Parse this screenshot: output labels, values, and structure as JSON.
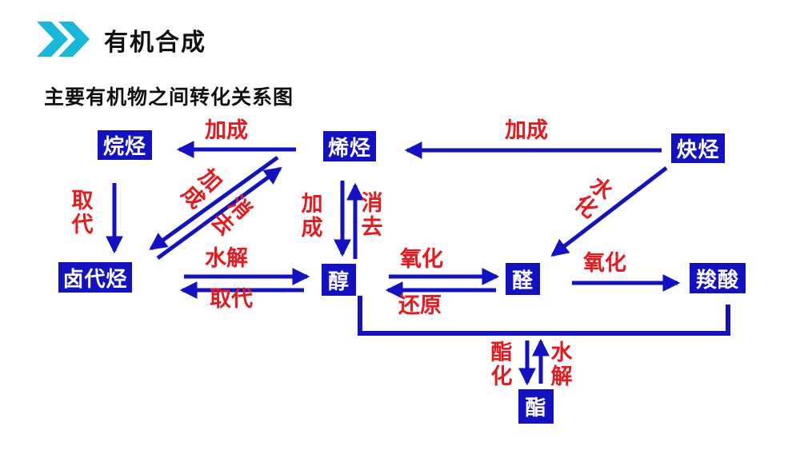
{
  "header": {
    "title": "有机合成",
    "subtitle": "主要有机物之间转化关系图"
  },
  "colors": {
    "node_fill": "#1212c4",
    "node_text": "#ffffff",
    "edge_line": "#1212c4",
    "edge_label": "#e8181c",
    "chevron_accent": "#17b8d8",
    "heading_text": "#111111"
  },
  "diagram": {
    "nodes": {
      "alkane": {
        "label": "烷烃"
      },
      "alkene": {
        "label": "烯烃"
      },
      "alkyne": {
        "label": "炔烃"
      },
      "haloalkane": {
        "label": "卤代烃"
      },
      "alcohol": {
        "label": "醇"
      },
      "aldehyde": {
        "label": "醛"
      },
      "acid": {
        "label": "羧酸"
      },
      "ester": {
        "label": "酯"
      }
    },
    "edges": {
      "addition_alkene_alkane": {
        "label": "加成",
        "from": "烯烃",
        "to": "烷烃"
      },
      "addition_alkyne_alkene": {
        "label": "加成",
        "from": "炔烃",
        "to": "烯烃"
      },
      "substitution_alkane_haloalkane": {
        "label": "取代",
        "from": "烷烃",
        "to": "卤代烃"
      },
      "addition_alkene_haloalkane": {
        "label": "加成",
        "from": "烯烃",
        "to": "卤代烃"
      },
      "elimination_haloalkane_alkene": {
        "label": "消去",
        "from": "卤代烃",
        "to": "烯烃"
      },
      "addition_alkene_alcohol": {
        "label": "加成",
        "from": "烯烃",
        "to": "醇"
      },
      "elimination_alcohol_alkene": {
        "label": "消去",
        "from": "醇",
        "to": "烯烃"
      },
      "hydration_alkyne_aldehyde": {
        "label": "水化",
        "from": "炔烃",
        "to": "醛"
      },
      "hydrolysis_haloalkane_alcohol": {
        "label": "水解",
        "from": "卤代烃",
        "to": "醇"
      },
      "substitution_alcohol_haloalkane": {
        "label": "取代",
        "from": "醇",
        "to": "卤代烃"
      },
      "oxidation_alcohol_aldehyde": {
        "label": "氧化",
        "from": "醇",
        "to": "醛"
      },
      "reduction_aldehyde_alcohol": {
        "label": "还原",
        "from": "醛",
        "to": "醇"
      },
      "oxidation_aldehyde_acid": {
        "label": "氧化",
        "from": "醛",
        "to": "羧酸"
      },
      "esterification_to_ester": {
        "label": "酯化",
        "from": "醇 + 羧酸",
        "to": "酯"
      },
      "hydrolysis_ester": {
        "label": "水解",
        "from": "酯",
        "to": "醇 + 羧酸"
      }
    }
  }
}
